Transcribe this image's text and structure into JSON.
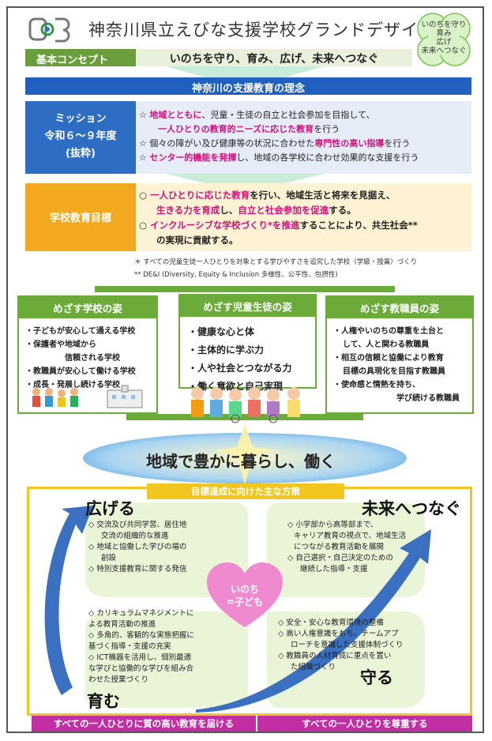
{
  "header": {
    "title": "神奈川県立えびな支援学校グランドデザイン",
    "clover": [
      "いのちを守り",
      "育み",
      "広げ",
      "未来へつなぐ"
    ]
  },
  "concept": {
    "label": "基本コンセプト",
    "text": "いのちを守り、育み、広げ、未来へつなぐ"
  },
  "philosophy_bar": "神奈川の支援教育の理念",
  "mission": {
    "label_line1": "ミッション",
    "label_line2": "令和６～９年度",
    "label_line3": "(抜粋)",
    "item1_mag": "地域とともに",
    "item1_rest": "、児童・生徒の自立と社会参加を目指して、",
    "item1b_mag": "一人ひとりの教育的ニーズに応じた教育",
    "item1b_rest": "を行う",
    "item2_pre": "個々の障がい及び健康等の状況に合わせた",
    "item2_mag": "専門性の高い指導",
    "item2_post": "を行う",
    "item3_mag": "センター的機能を発揮",
    "item3_rest": "し、地域の各学校に合わせ効果的な支援を行う"
  },
  "goal": {
    "label": "学校教育目標",
    "line1_mag": "一人ひとりに応じた教育",
    "line1_rest": "を行い、地域生活と将来を見据え、",
    "line2_mag1": "生きる力を育成",
    "line2_mid": "し、",
    "line2_mag2": "自立と社会参加を促進",
    "line2_end": "する。",
    "line3_mag": "インクルーシブな学校づくり*を推進",
    "line3_rest": "することにより、共生社会**",
    "line4": "の実現に貢献する。"
  },
  "notes": [
    "＊ すべての児童生徒一人ひとりを対象とする学びやすさを追究した学校（学級・授業）づくり",
    "** DE&I (Diversity, Equity & Inclusion 多様性、公平性、包摂性)"
  ],
  "school": {
    "title": "めざす学校の姿",
    "items": [
      "・子どもが安心して通える学校",
      "・保護者や地域から",
      "信頼される学校",
      "・教職員が安心して働ける学校",
      "・成長・発展し続ける学校"
    ]
  },
  "student": {
    "title": "めざす児童生徒の姿",
    "items": [
      "・健康な心と体",
      "・主体的に学ぶ力",
      "・人や社会とつながる力",
      "・働く意欲と自己実現"
    ]
  },
  "staff": {
    "title": "めざす教職員の姿",
    "items": [
      "・人権やいのちの尊重を土台と",
      "して、人と関わる教職員",
      "・相互の信頼と協働により教育",
      "目標の具現化を目指す教職員",
      "・使命感と情熱を持ち、",
      "学び続ける教職員"
    ]
  },
  "vision": "地域で豊かに暮らし、働く",
  "policy": {
    "title": "目標達成に向けた主な方策",
    "hirogeru": {
      "label": "広げる",
      "items": [
        "◇ 交流及び共同学習、居住地",
        "交流の組織的な推進",
        "◇ 地域と協働した学びの場の",
        "創設",
        "◇ 特別支援教育に関する発信"
      ]
    },
    "mirai": {
      "label": "未来へつなぐ",
      "items": [
        "◇ 小学部から高等部まで、",
        "キャリア教育の視点で、地域生活",
        "につながる教育活動を展開",
        "◇ 自己選択・自己決定のための",
        "継続した指導・支援"
      ]
    },
    "hagukumu": {
      "label": "育む",
      "items": [
        "◇ カリキュラムマネジメントに",
        "よる教育活動の推進",
        "◇ 多角的、客観的な実態把握に",
        "基づく指導・支援の充実",
        "◇ ICT機器を活用し、個別最適",
        "な学びと協働的な学びを組み合",
        "わせた授業づくり"
      ]
    },
    "mamoru": {
      "label": "守る",
      "items": [
        "◇ 安全・安心な教育環境の整備",
        "◇ 高い人権意識をもち、チームアプ",
        "ローチを意識した支援体制づくり",
        "◇ 教職員の人材育成に重点を置い",
        "た組織づくり"
      ]
    },
    "heart_line1": "いのち",
    "heart_line2": "=子ども"
  },
  "bottom": {
    "left": "すべての一人ひとりに質の高い教育を届ける",
    "right": "すべての一人ひとりを尊重する"
  },
  "colors": {
    "green": "#6bab3a",
    "blue": "#1f5fbf",
    "orange": "#f2a91f",
    "magenta": "#d6107a",
    "yellow": "#f2c51f",
    "bottom": "#c22ea3"
  }
}
